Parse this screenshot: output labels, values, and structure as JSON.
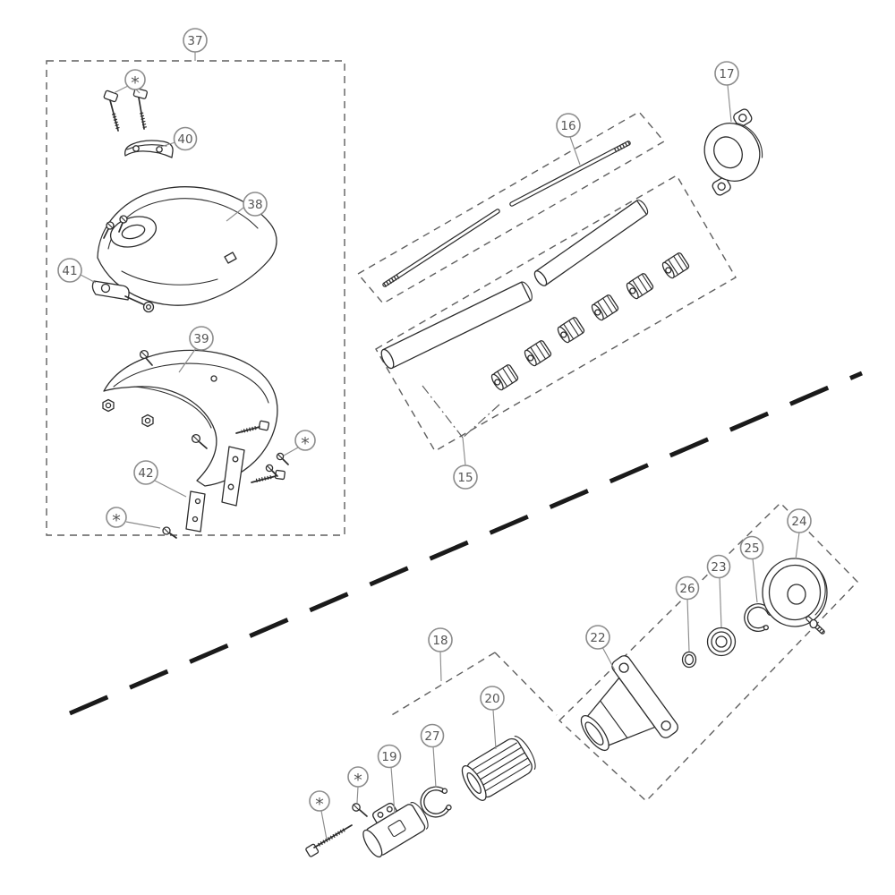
{
  "meta": {
    "kind": "exploded-parts-diagram",
    "background": "#ffffff"
  },
  "colors": {
    "line": "#2d2d2d",
    "boundary": "#5f5f5f",
    "callout": "#8c8c8c",
    "callout_text": "#555555",
    "divider": "#1a1a1a"
  },
  "callouts": [
    {
      "id": "37",
      "label": "37"
    },
    {
      "id": "star-handle-bolts",
      "label": "*"
    },
    {
      "id": "40",
      "label": "40"
    },
    {
      "id": "38",
      "label": "38"
    },
    {
      "id": "41",
      "label": "41"
    },
    {
      "id": "39",
      "label": "39"
    },
    {
      "id": "16",
      "label": "16"
    },
    {
      "id": "17",
      "label": "17"
    },
    {
      "id": "star-guard-screws",
      "label": "*"
    },
    {
      "id": "42",
      "label": "42"
    },
    {
      "id": "star-plate-screw",
      "label": "*"
    },
    {
      "id": "15",
      "label": "15"
    },
    {
      "id": "24",
      "label": "24"
    },
    {
      "id": "25",
      "label": "25"
    },
    {
      "id": "23",
      "label": "23"
    },
    {
      "id": "26",
      "label": "26"
    },
    {
      "id": "22",
      "label": "22"
    },
    {
      "id": "18",
      "label": "18"
    },
    {
      "id": "20",
      "label": "20"
    },
    {
      "id": "27",
      "label": "27"
    },
    {
      "id": "19",
      "label": "19"
    },
    {
      "id": "star-clamp-screw",
      "label": "*"
    },
    {
      "id": "star-clamp-bolt",
      "label": "*"
    }
  ]
}
